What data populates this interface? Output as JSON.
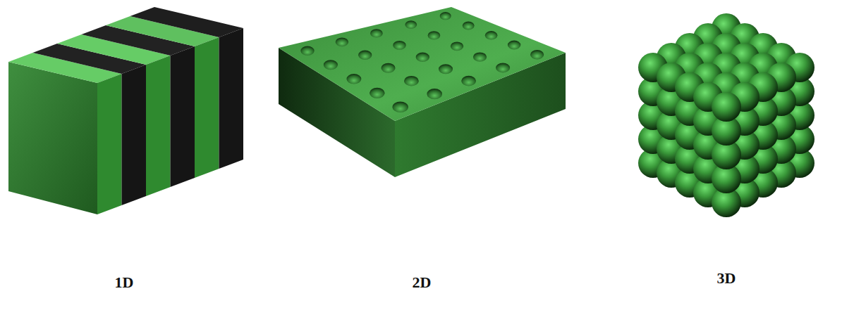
{
  "diagram": {
    "labels": [
      "1D",
      "2D",
      "3D"
    ]
  }
}
